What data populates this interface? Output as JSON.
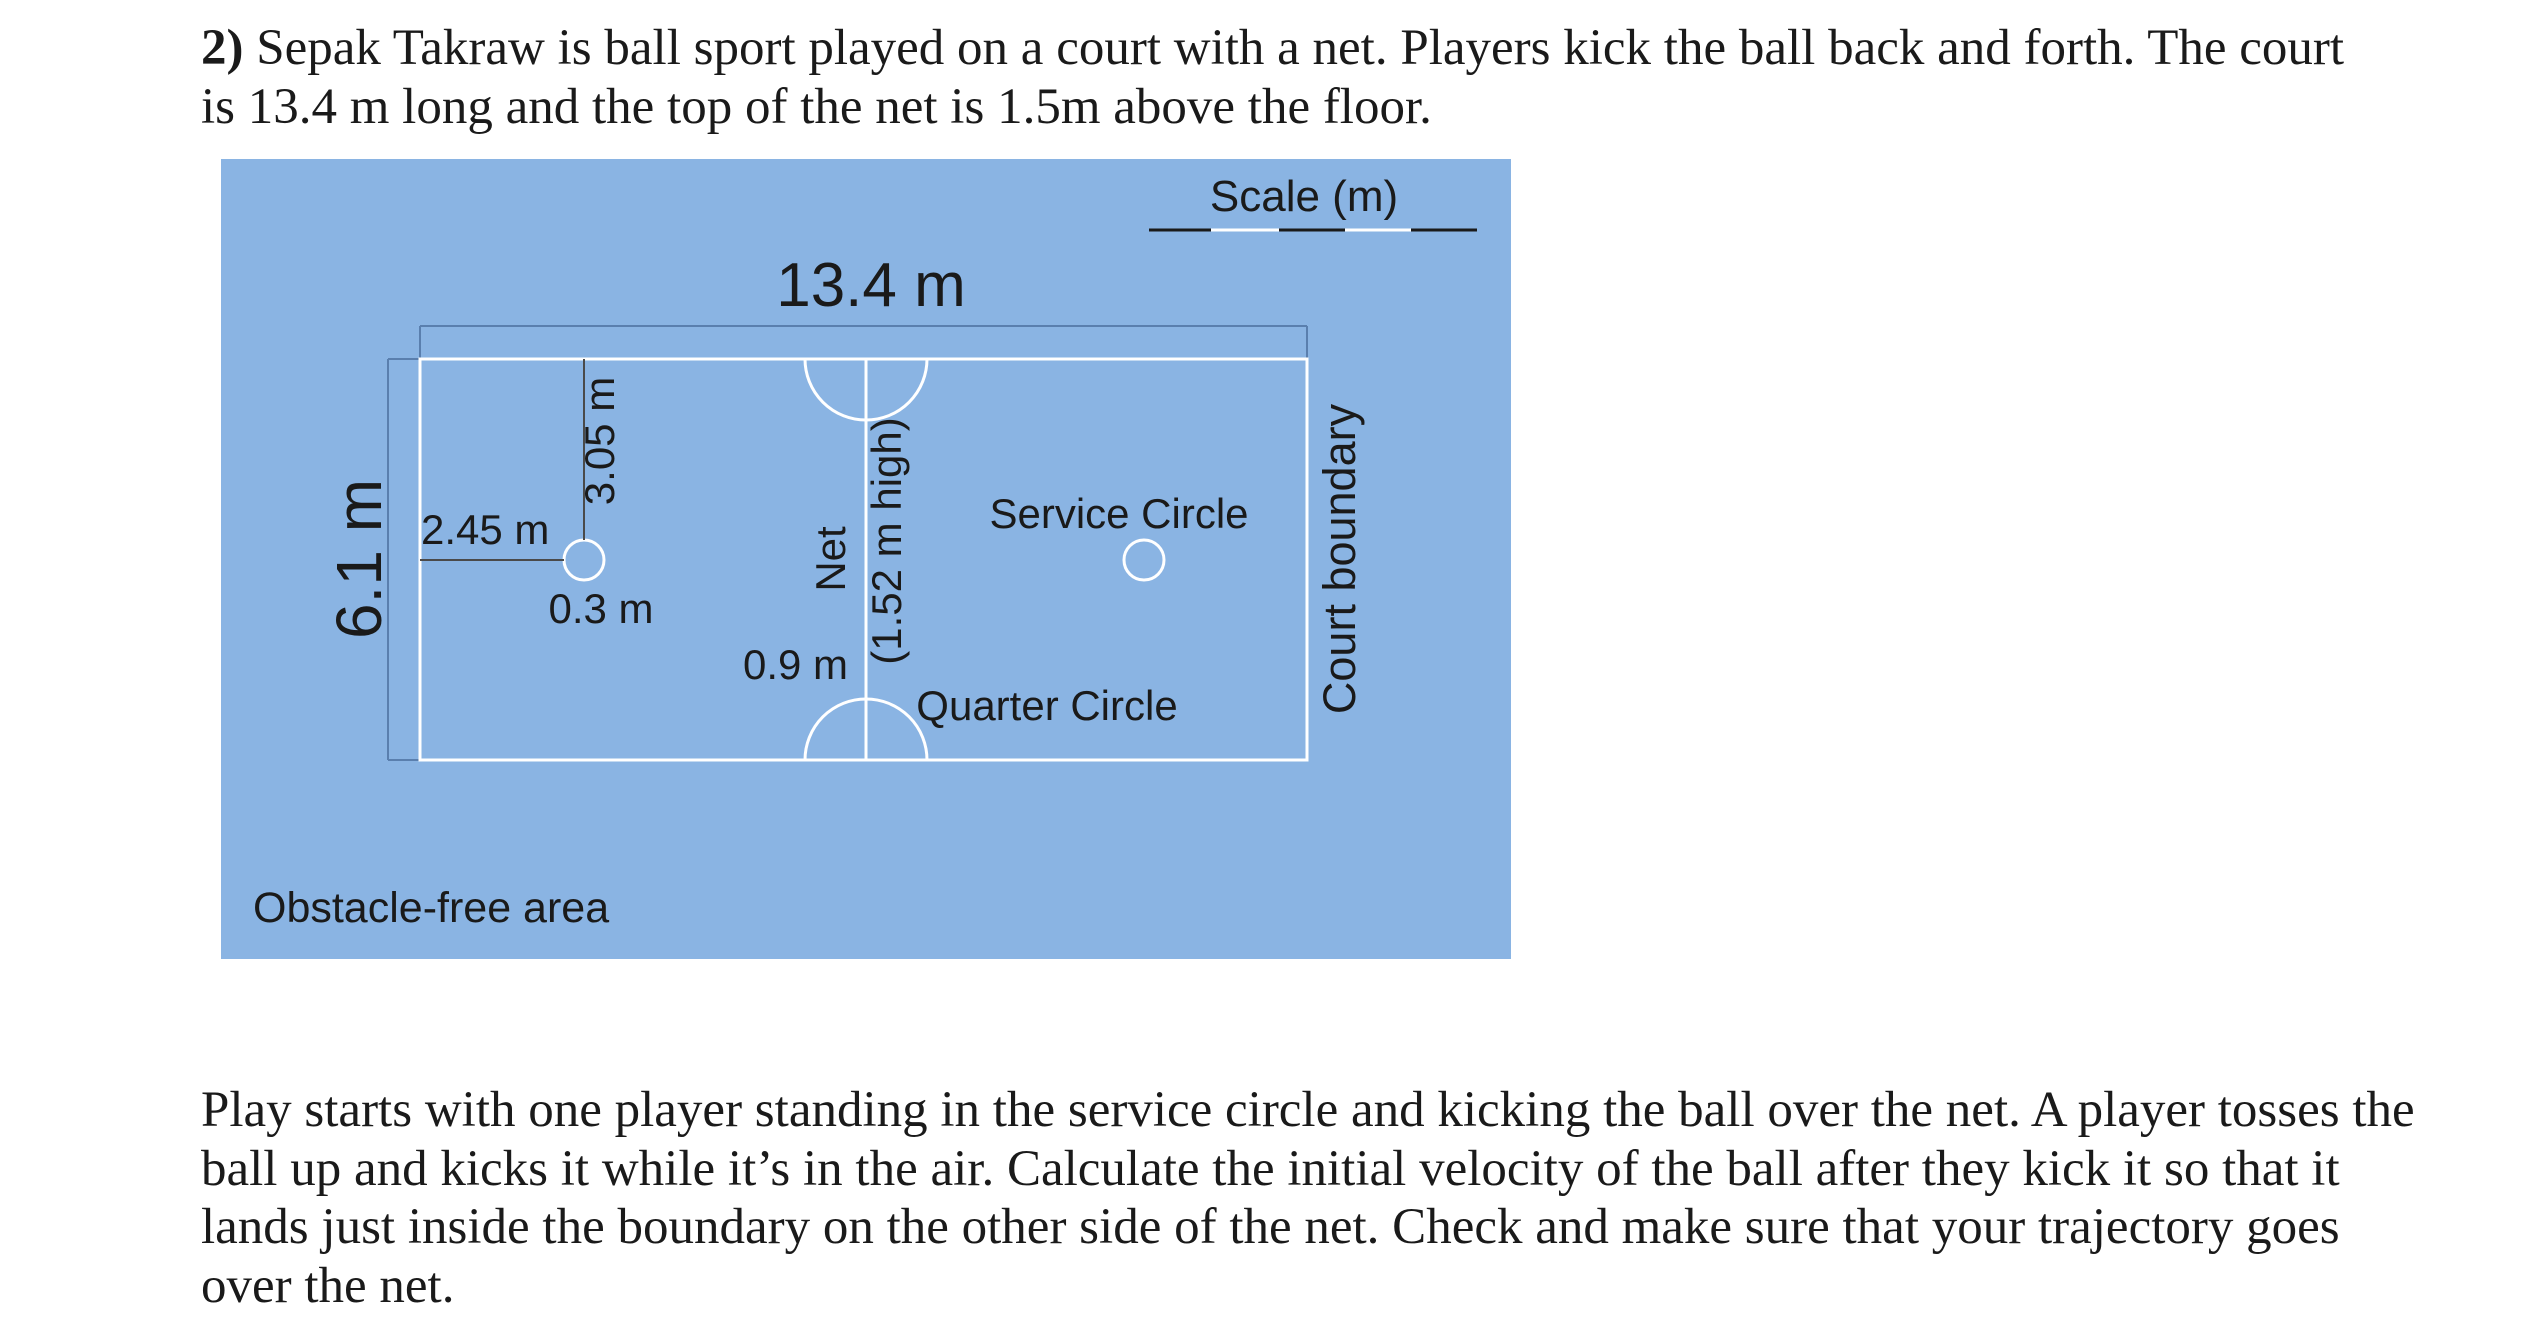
{
  "problem": {
    "number": "2)",
    "intro": "Sepak Takraw is ball sport played on a court with a net. Players kick the ball back and forth. The court is 13.4 m long and the top of the net is 1.5m above the floor.",
    "task": "Play starts with one player standing in the service circle and kicking the ball over the net. A player tosses the ball up and kicks it while it’s in the air. Calculate the initial velocity of the ball after they kick it so that it lands just inside the boundary on the other side of the net. Check and make sure that your trajectory goes over the net."
  },
  "diagram": {
    "background_color": "#8ab4e3",
    "line_color": "#ffffff",
    "scale_label": "Scale (m)",
    "length_label": "13.4 m",
    "width_label": "6.1 m",
    "service_dist_label": "2.45 m",
    "service_offset_label": "3.05 m",
    "service_radius_label": "0.3 m",
    "quarter_radius_label": "0.9 m",
    "net_label": "Net",
    "net_height_label": "(1.52 m high)",
    "service_circle_label": "Service Circle",
    "quarter_circle_label": "Quarter Circle",
    "court_boundary_label": "Court boundary",
    "obstacle_label": "Obstacle-free area"
  }
}
